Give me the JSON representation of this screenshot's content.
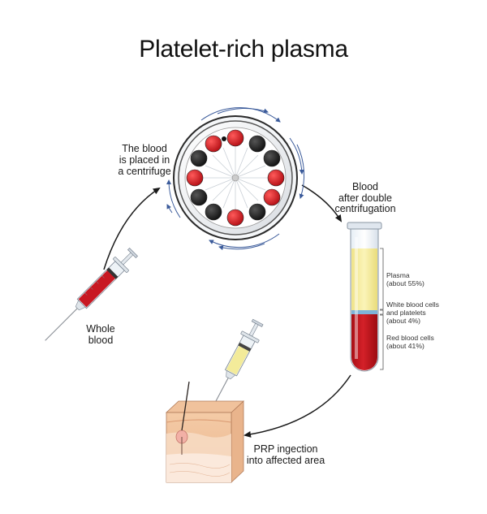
{
  "title": "Platelet-rich plasma",
  "steps": {
    "centrifuge": "The blood\nis placed in\na centrifuge",
    "after_centrifugation": "Blood\nafter double\ncentrifugation",
    "whole_blood": "Whole\nblood",
    "prp_injection": "PRP ingection\ninto affected area"
  },
  "tube_layers": {
    "plasma": "Plasma\n(about 55%)",
    "white_cells_platelets": "White blood cells\nand platelets\n(about 4%)",
    "red_cells": "Red blood cells\n(about 41%)"
  },
  "colors": {
    "plasma": "#f3eb9a",
    "buffy_coat": "#7fb2d8",
    "red_cells": "#c0141c",
    "arrow": "#1a1a1a",
    "rotation_arrow": "#3a5a9a",
    "skin": "#f2c7a0"
  }
}
